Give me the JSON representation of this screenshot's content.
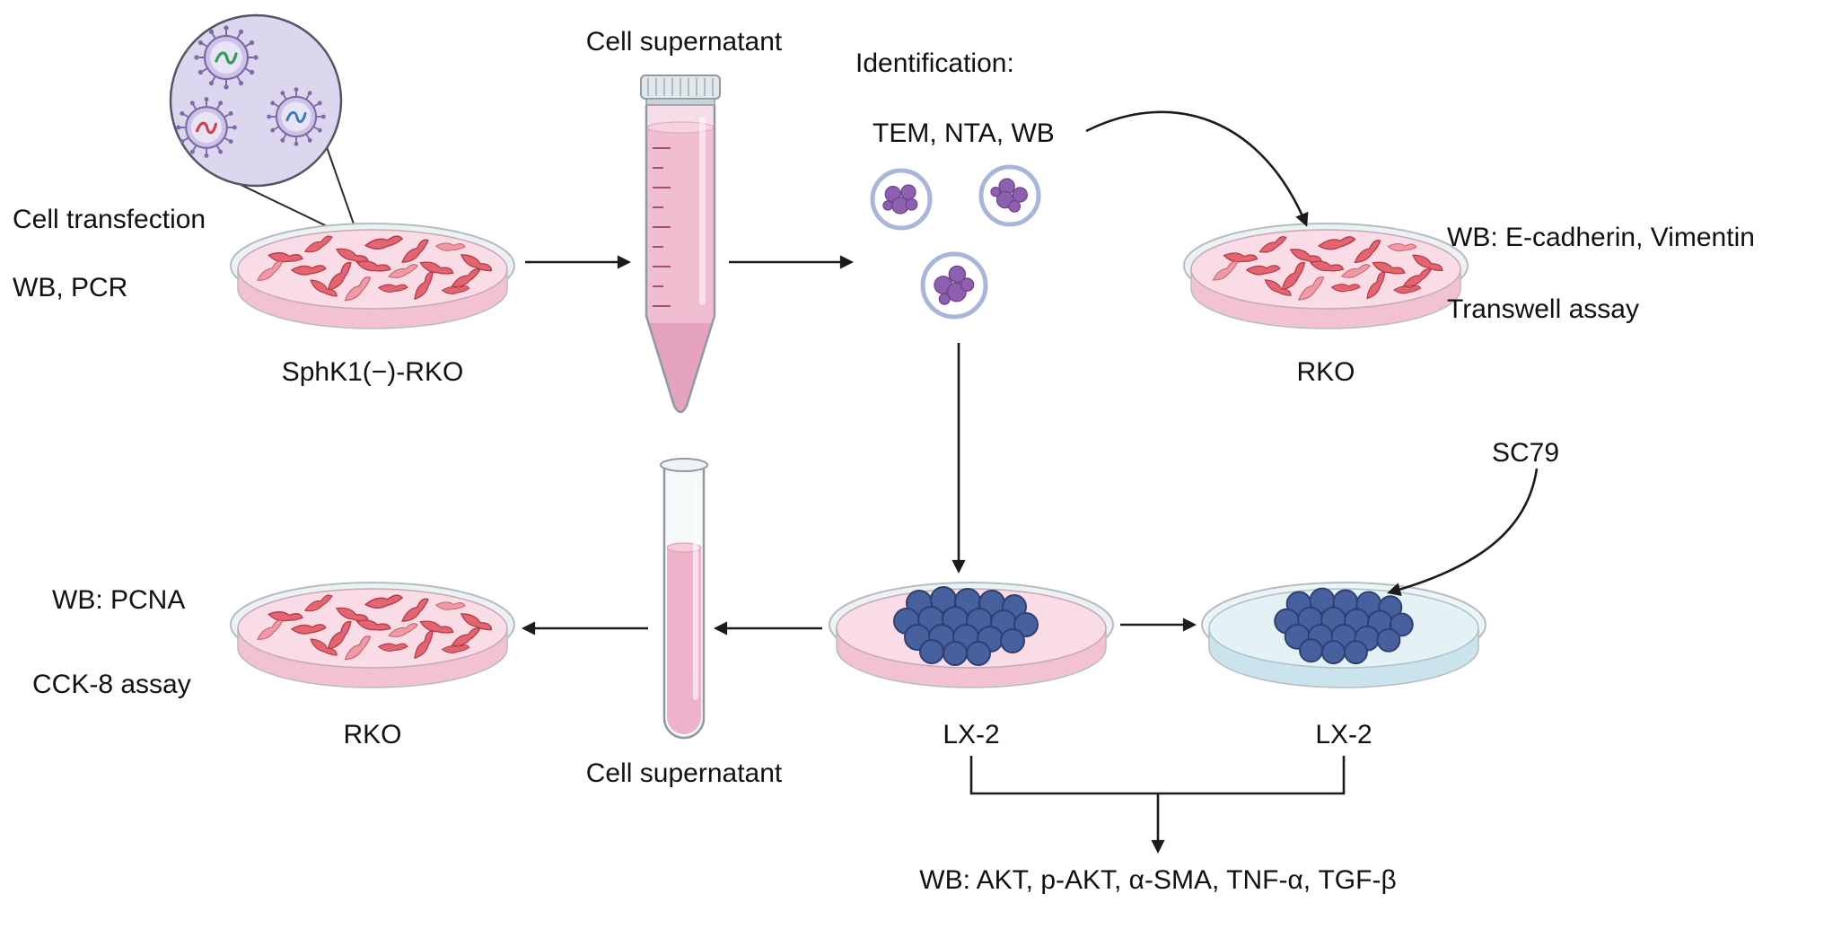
{
  "labels": {
    "cell_transfection": "Cell transfection",
    "wb_pcr": "WB, PCR",
    "sphk1_dish": "SphK1(−)-RKO",
    "supernatant_top": "Cell supernatant",
    "identification": "Identification:",
    "identification_methods": "TEM, NTA, WB",
    "wb_emt": "WB: E-cadherin, Vimentin",
    "transwell": "Transwell assay",
    "rko_top": "RKO",
    "sc79": "SC79",
    "lx2_center": "LX-2",
    "lx2_right": "LX-2",
    "wb_pcna": "WB: PCNA",
    "cck8": "CCK-8 assay",
    "rko_bottom": "RKO",
    "supernatant_bottom": "Cell supernatant",
    "wb_fibrosis": "WB: AKT, p-AKT, α-SMA, TNF-α, TGF-β"
  },
  "colors": {
    "dish_rim": "#b4bdc3",
    "dish_pink_light": "#f9dce6",
    "dish_pink": "#f2c2d3",
    "dish_blue_light": "#e4f1f5",
    "dish_blue": "#cbe3ec",
    "cell_red": "#e46570",
    "cell_blue": "#46619e",
    "exosome_ring": "#a8b6db",
    "exosome_cargo": "#8d5fae",
    "tube_liquid": "#f1bed1",
    "virus_bg": "#dcd7ef",
    "sirna_green": "#2f9e54",
    "sirna_red": "#cf3d4f",
    "sirna_blue": "#2f7fbe",
    "arrow": "#1b1b1b"
  }
}
